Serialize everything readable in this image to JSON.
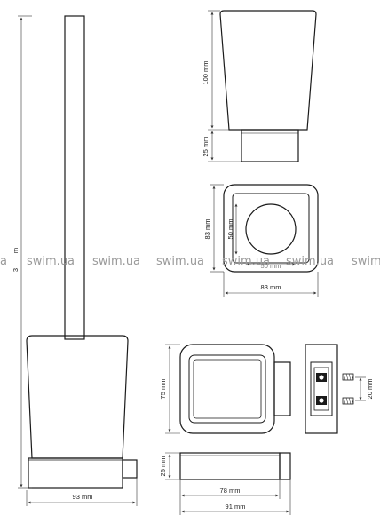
{
  "dimensions": {
    "brush_total_height": "3",
    "brush_total_height_unit": "m",
    "holder_width": "93 mm",
    "cup_height": "100 mm",
    "cup_neck_height": "25 mm",
    "top_view_depth": "83 mm",
    "top_view_width": "83 mm",
    "inner_diameter": "50 mm",
    "inner_diameter_hidden": "50 mm",
    "front_height": "75 mm",
    "bracket_height": "25 mm",
    "inner_width": "78 mm",
    "total_width": "91 mm",
    "mount_offset": "20 mm"
  },
  "watermark": {
    "text": "swim.ua",
    "edge_fragment": "a"
  },
  "colors": {
    "line": "#1a1a1a",
    "dim_line": "#333333",
    "watermark": "#9a9a9a"
  }
}
